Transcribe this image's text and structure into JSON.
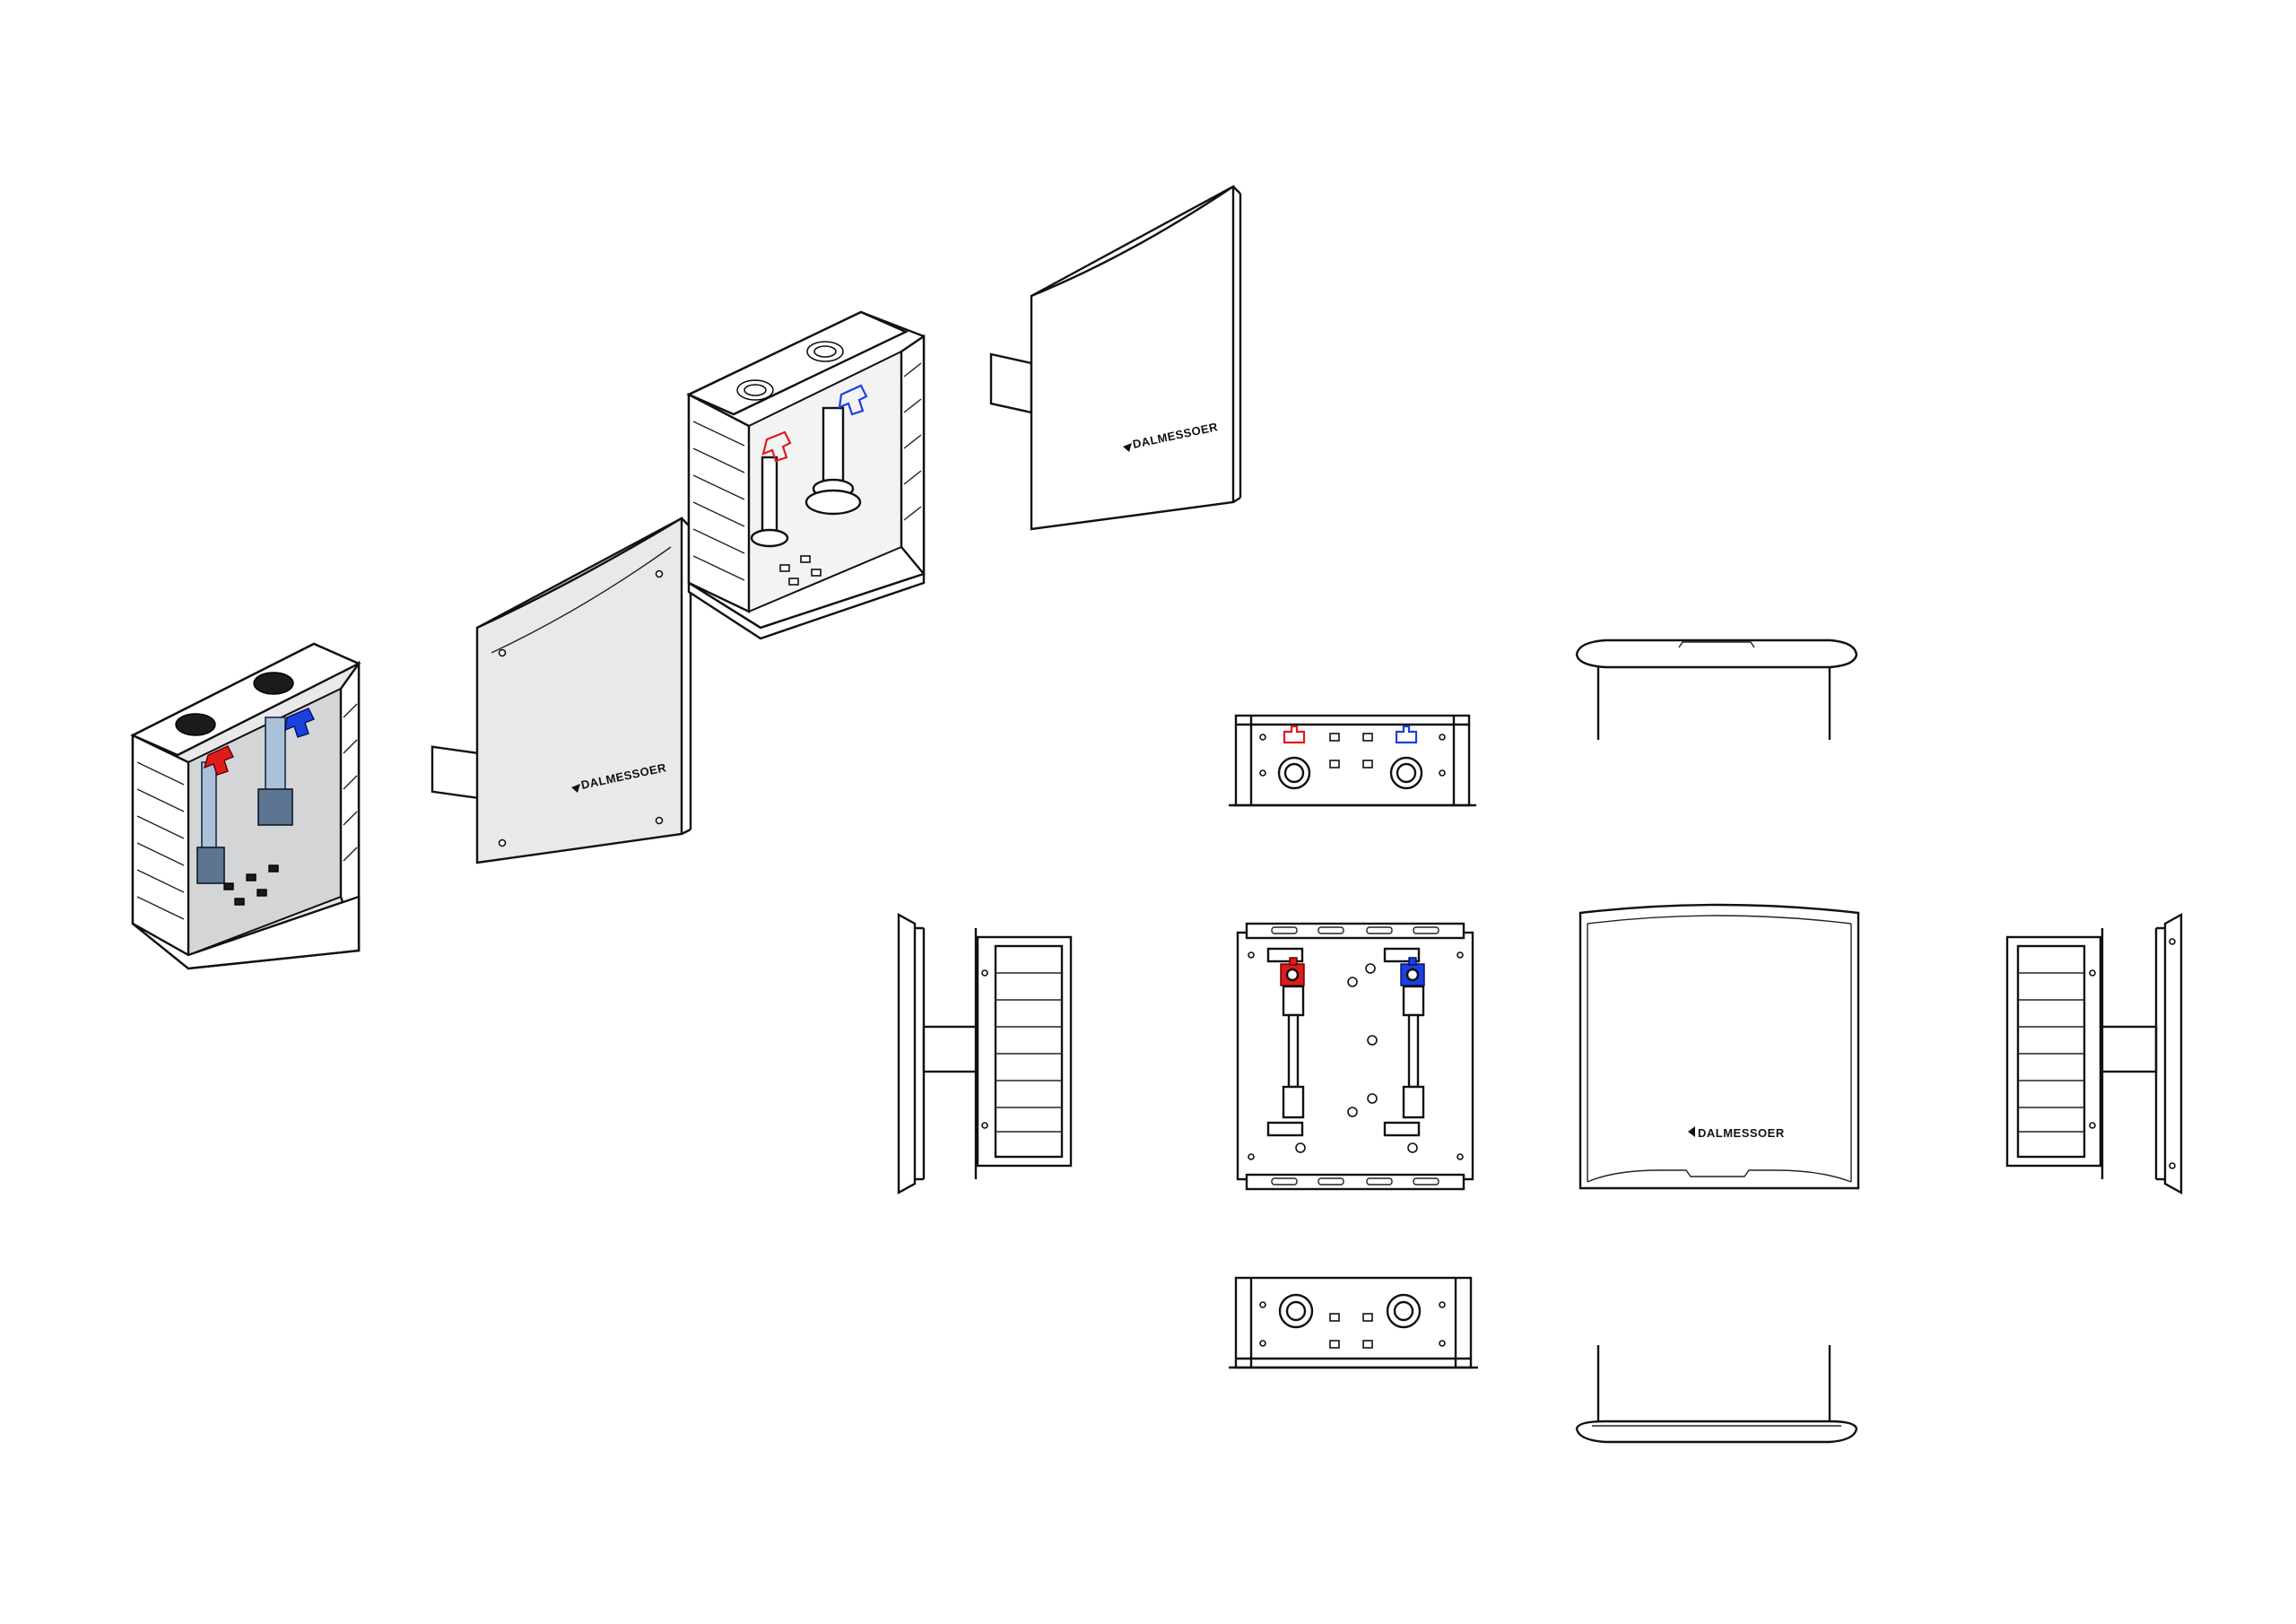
{
  "drawing": {
    "background": "#ffffff",
    "line_color": "#111111",
    "accent_hot": "#e01b1b",
    "accent_cold": "#1c3fe0",
    "pipe_color": "#a9c2da",
    "panel_color": "#e9e9ea"
  },
  "brand": {
    "logo_text": "DALMESSOER",
    "logo_icon": "brand-logo-icon"
  },
  "views": {
    "iso_assembled_box": "isometric-box-with-valves",
    "iso_assembled_cover": "isometric-cover-panel",
    "iso_exploded_box": "isometric-box-exploded",
    "iso_exploded_cover": "isometric-cover-exploded",
    "top_view_box": "top-view-box",
    "front_view_box": "front-view-box",
    "bottom_view_box": "bottom-view-box",
    "left_view": "left-side-view",
    "right_view": "right-side-view",
    "top_view_cover": "top-view-cover",
    "front_view_cover": "front-view-cover",
    "bottom_view_cover": "bottom-view-cover"
  }
}
